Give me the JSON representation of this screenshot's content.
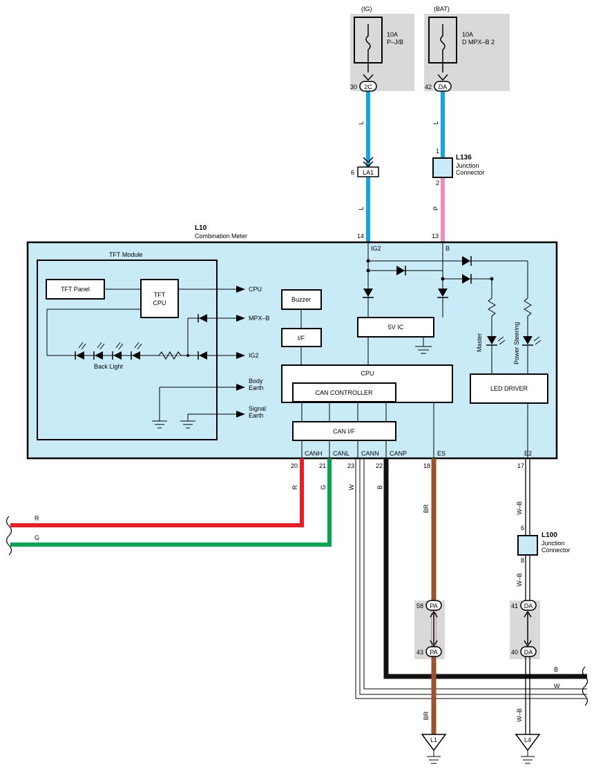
{
  "fuses": {
    "ig": {
      "source": "(IG)",
      "rating": "10A",
      "name": "P–J/B",
      "pin": "30",
      "connector": "2C"
    },
    "bat": {
      "source": "(BAT)",
      "rating": "10A",
      "name": "D MPX–B 2",
      "pin": "42",
      "connector": "DA"
    }
  },
  "wires": {
    "ig_upper": "L",
    "ig_lower": "L",
    "bat_upper": "L",
    "bat_lower": "P",
    "canh": "R",
    "canl": "G",
    "cann": "W",
    "canp": "B",
    "es": "BR",
    "e2_upper": "W–B",
    "e2_lower": "W–B",
    "br_lower": "BR",
    "e2_bottom": "W–B",
    "left_r": "R",
    "left_g": "G",
    "right_b": "B",
    "right_w": "W"
  },
  "la1": {
    "pin": "6",
    "connector": "LA1"
  },
  "l136": {
    "id": "L136",
    "desc1": "Junction",
    "desc2": "Connector",
    "pin_top": "1",
    "pin_bottom": "2"
  },
  "l100": {
    "id": "L100",
    "desc1": "Junction",
    "desc2": "Connector",
    "pin_top": "6",
    "pin_bottom": "8"
  },
  "meter": {
    "id": "L10",
    "name": "Combination Meter",
    "pins": {
      "ig2": "14",
      "b": "13",
      "canh": "20",
      "canl": "21",
      "cann": "23",
      "canp": "22",
      "es": "18",
      "e2": "17"
    },
    "terms": {
      "ig2": "IG2",
      "b": "B",
      "canh": "CANH",
      "canl": "CANL",
      "cann": "CANN",
      "canp": "CANP",
      "es": "ES",
      "e2": "E2"
    },
    "tft_module": "TFT Module",
    "tft_panel": "TFT Panel",
    "tft_cpu_1": "TFT",
    "tft_cpu_2": "CPU",
    "back_light": "Back Light",
    "buzzer": "Buzzer",
    "if": "I/F",
    "ic5v": "5V IC",
    "cpu": "CPU",
    "can_controller": "CAN CONTROLLER",
    "can_if": "CAN I/F",
    "led_driver": "LED DRIVER",
    "master": "Master",
    "power_steering": "Power Steering",
    "arrows": {
      "cpu": "CPU",
      "mpxb": "MPX–B",
      "ig2": "IG2",
      "body_earth_1": "Body",
      "body_earth_2": "Earth",
      "signal_earth_1": "Signal",
      "signal_earth_2": "Earth"
    }
  },
  "junction_pa": {
    "pin_top": "58",
    "pin_bottom": "43",
    "connector": "PA"
  },
  "junction_da": {
    "pin_top": "41",
    "pin_bottom": "40",
    "connector": "DA"
  },
  "grounds": {
    "l1": "L1",
    "l4": "L4"
  },
  "colors": {
    "blue": "#12a6e0",
    "pink": "#f08cbf",
    "red": "#ee1c25",
    "green": "#00a651",
    "brown": "#a0502d",
    "panel": "#c9ebf8",
    "gray": "#d9d9d9"
  }
}
